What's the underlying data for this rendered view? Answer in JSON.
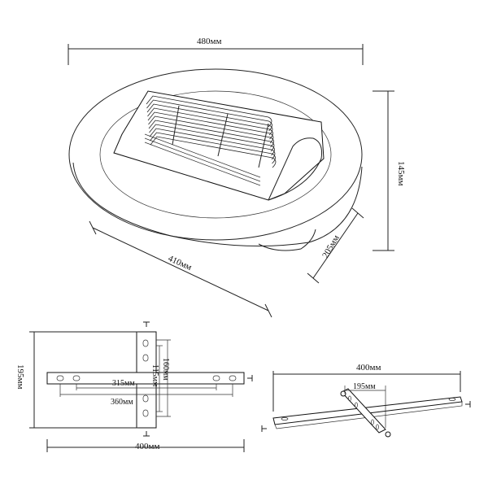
{
  "dimensions": {
    "top_width": "480мм",
    "height": "145мм",
    "depth": "205мм",
    "inner_width": "410мм",
    "bracket_height": "195мм",
    "bracket_width": "400мм",
    "slot_115": "115мм",
    "slot_160": "160мм",
    "slot_315": "315мм",
    "slot_360": "360мм",
    "iso_width": "400мм",
    "iso_inner": "195мм"
  },
  "colors": {
    "line": "#222222",
    "background": "#ffffff"
  }
}
